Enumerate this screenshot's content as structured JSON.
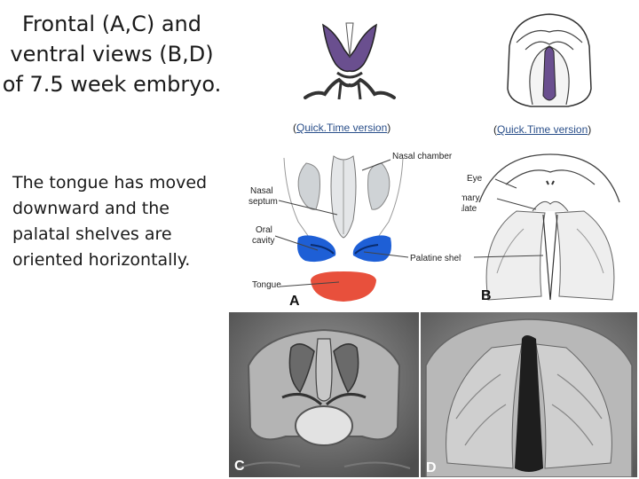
{
  "slide": {
    "title": "Frontal (A,C) and ventral views (B,D) of 7.5 week embryo.",
    "body": "The tongue has moved downward and the palatal shelves are oriented horizontally."
  },
  "links": [
    {
      "open": "(",
      "label": "Quick.Time version",
      "close": ")"
    },
    {
      "open": "(",
      "label": "Quick.Time version",
      "close": ")"
    }
  ],
  "figure_labels": {
    "nasal_chamber": "Nasal chamber",
    "nasal": "Nasal",
    "septum": "septum",
    "oral": "Oral",
    "cavity": "cavity",
    "tongue": "Tongue",
    "palatine_shelf": "Palatine shelf",
    "eye": "Eye",
    "primary": "Primary",
    "palate": "palate",
    "letter_a": "A",
    "letter_b": "B",
    "letter_c": "C",
    "letter_d": "D"
  },
  "colors": {
    "shelf_blue": "#1e5fd6",
    "tongue_red": "#e8503c",
    "thumb_purple": "#6a4f8f",
    "sem_gray": "#8a8a8a"
  }
}
